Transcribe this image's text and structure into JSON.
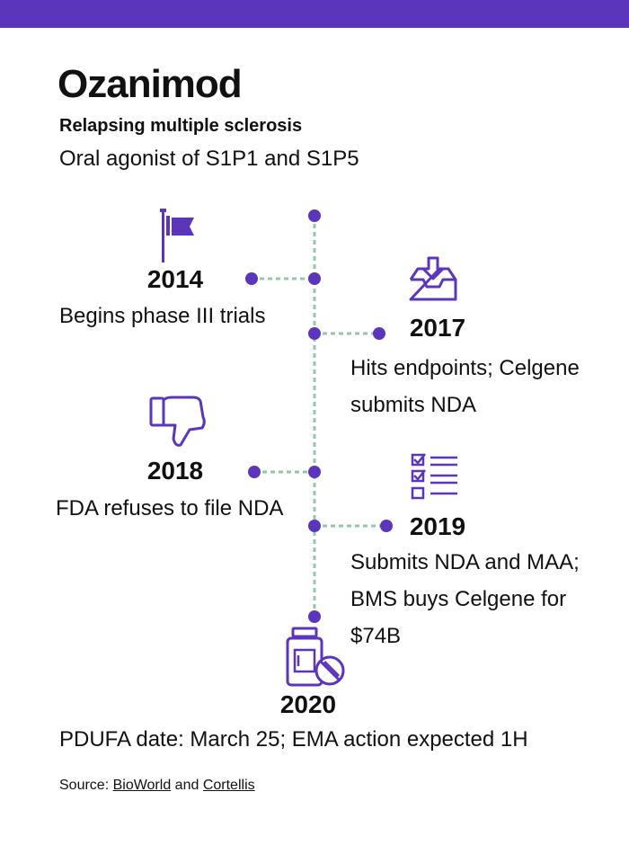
{
  "header": {
    "title": "Ozanimod",
    "subtitle": "Relapsing multiple sclerosis",
    "description": "Oral agonist of S1P1 and S1P5"
  },
  "colors": {
    "accent": "#5c35bd",
    "connector": "#8fc9a8",
    "text": "#111111"
  },
  "timeline": {
    "events": [
      {
        "year": "2014",
        "text": "Begins phase III trials",
        "side": "left",
        "icon": "flag-icon"
      },
      {
        "year": "2017",
        "text": "Hits endpoints; Celgene submits NDA",
        "side": "right",
        "icon": "inbox-download-icon"
      },
      {
        "year": "2018",
        "text": "FDA refuses to file NDA",
        "side": "left",
        "icon": "thumbs-down-icon"
      },
      {
        "year": "2019",
        "text": "Submits NDA and MAA; BMS buys Celgene for $74B",
        "side": "right",
        "icon": "checklist-icon"
      },
      {
        "year": "2020",
        "text": "PDUFA date: March 25; EMA action expected 1H",
        "side": "center",
        "icon": "pill-bottle-icon"
      }
    ]
  },
  "footer": {
    "source_prefix": "Source:",
    "link1": "BioWorld",
    "and": "and",
    "link2": "Cortellis"
  }
}
